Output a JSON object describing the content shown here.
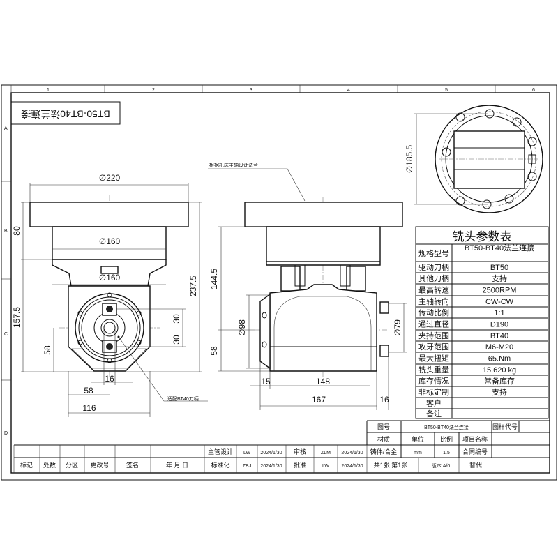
{
  "sheet": {
    "columns": [
      "1",
      "2",
      "3",
      "4",
      "5",
      "6"
    ],
    "rows": [
      "A",
      "B",
      "C",
      "D"
    ],
    "title_box": "BT50-BT40法兰连接"
  },
  "front_view": {
    "dims": {
      "flange_dia": "∅220",
      "body_dia": "∅160",
      "body_dia_2": "∅160",
      "flange_height": "80",
      "lower_height": "157.5",
      "center_height": "58",
      "total_height": "237.5",
      "key_upper": "30",
      "key_lower": "30",
      "key_width": "16",
      "half_width": "58",
      "width": "116"
    },
    "note": "适配BT40刀柄"
  },
  "side_view": {
    "note": "根据机床主轴设计法兰",
    "dims": {
      "height": "144.5",
      "center_height": "58",
      "dia_98": "∅98",
      "dia_79": "∅79",
      "left_offset": "15",
      "body_length": "148",
      "total_length": "167",
      "right_offset": "16"
    }
  },
  "top_view": {
    "dims": {
      "dia": "∅185.5"
    }
  },
  "param_table": {
    "title": "铣头参数表",
    "rows": [
      {
        "label": "规格型号",
        "value": "BT50-BT40法兰连接"
      },
      {
        "label": "驱动刀柄",
        "value": "BT50"
      },
      {
        "label": "其他刀柄",
        "value": "支持"
      },
      {
        "label": "最高转速",
        "value": "2500RPM"
      },
      {
        "label": "主轴转向",
        "value": "CW-CW"
      },
      {
        "label": "传动比例",
        "value": "1:1"
      },
      {
        "label": "通过直径",
        "value": "D190"
      },
      {
        "label": "夹持范围",
        "value": "BT40"
      },
      {
        "label": "攻牙范围",
        "value": "M6-M20"
      },
      {
        "label": "最大扭矩",
        "value": "65.Nm"
      },
      {
        "label": "铣头重量",
        "value": "15.620    kg"
      },
      {
        "label": "库存情况",
        "value": "常备库存"
      },
      {
        "label": "非标定制",
        "value": "支持"
      },
      {
        "label": "客户",
        "value": ""
      },
      {
        "label": "备注",
        "value": ""
      }
    ]
  },
  "title_block": {
    "drawing_no_label": "图号",
    "drawing_no": "BT50-BT40法兰连接",
    "sample_code_label": "图样代号",
    "material_label": "材质",
    "unit_label": "单位",
    "scale_label": "比例",
    "project_label": "项目名称",
    "designer_label": "主管设计",
    "designer": "LW",
    "designer_date": "2024/1/30",
    "review_label": "审核",
    "reviewer": "ZLM",
    "review_date": "2024/1/30",
    "material": "铸件/合金",
    "unit": "mm",
    "scale": "1.5",
    "contract_label": "合同编号",
    "mark_label": "标记",
    "count_label": "处数",
    "zone_label": "分区",
    "change_label": "更改号",
    "sign_label": "签名",
    "date_label": "年 月 日",
    "standard_label": "标准化",
    "standard": "ZBJ",
    "standard_date": "2024/1/30",
    "approve_label": "批准",
    "approver": "LW",
    "approve_date": "2024/1/30",
    "sheets": "共1张 第1张",
    "version": "版本:A/0",
    "replace_label": "替代"
  }
}
